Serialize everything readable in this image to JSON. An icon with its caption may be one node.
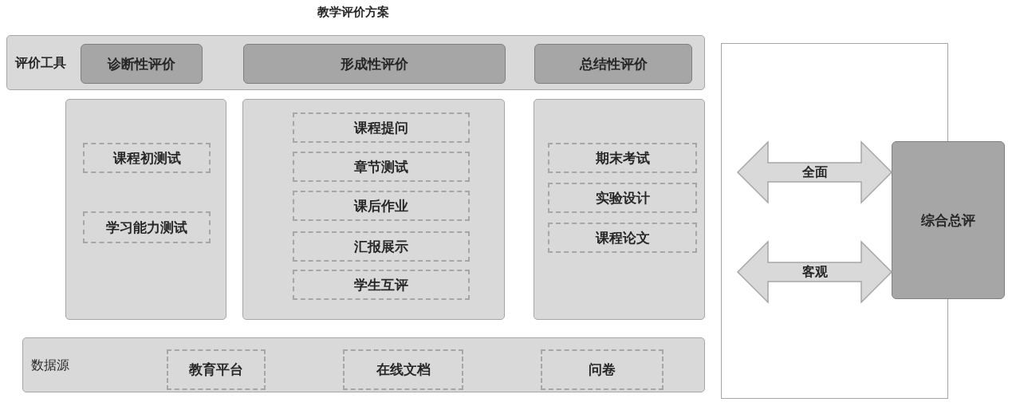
{
  "diagram": {
    "title": "教学评价方案",
    "nodes": [
      {
        "text": [
          "评价工具"
        ]
      },
      {
        "text": [
          "诊断性评价"
        ],
        "in": 0
      },
      {
        "text": [
          "形成性评价"
        ],
        "in": 0
      },
      {
        "text": [
          "总结性评价"
        ],
        "in": 0
      },
      {
        "text": [],
        "shape": "box"
      },
      {
        "text": [
          "课程初测试"
        ],
        "in": 4
      },
      {
        "text": [
          "学习能力测试"
        ],
        "in": 4
      },
      {
        "text": [],
        "shape": "box"
      },
      {
        "text": [
          "课程提问"
        ],
        "in": 7
      },
      {
        "text": [
          "章节测试"
        ],
        "in": 7
      },
      {
        "text": [
          "课后作业"
        ],
        "in": 7
      },
      {
        "text": [
          "汇报展示"
        ],
        "in": 7
      },
      {
        "text": [
          "学生互评"
        ],
        "in": 7
      },
      {
        "text": [],
        "shape": "box"
      },
      {
        "text": [
          "期末考试"
        ],
        "in": 13
      },
      {
        "text": [
          "实验设计"
        ],
        "in": 13
      },
      {
        "text": [
          "课程论文"
        ],
        "in": 13
      },
      {
        "text": [
          "数据源"
        ]
      },
      {
        "text": [
          "教育平台"
        ],
        "in": 17
      },
      {
        "text": [
          "在线文档"
        ],
        "in": 17
      },
      {
        "text": [
          "问卷"
        ],
        "in": 17
      },
      {
        "text": [],
        "shape": "box"
      },
      {
        "text": [
          "综合总评"
        ]
      }
    ],
    "edges": [
      {
        "from": null,
        "to": 22,
        "arrow": "both",
        "label": "全面"
      },
      {
        "from": null,
        "to": 22,
        "arrow": "both",
        "label": "客观"
      }
    ]
  }
}
